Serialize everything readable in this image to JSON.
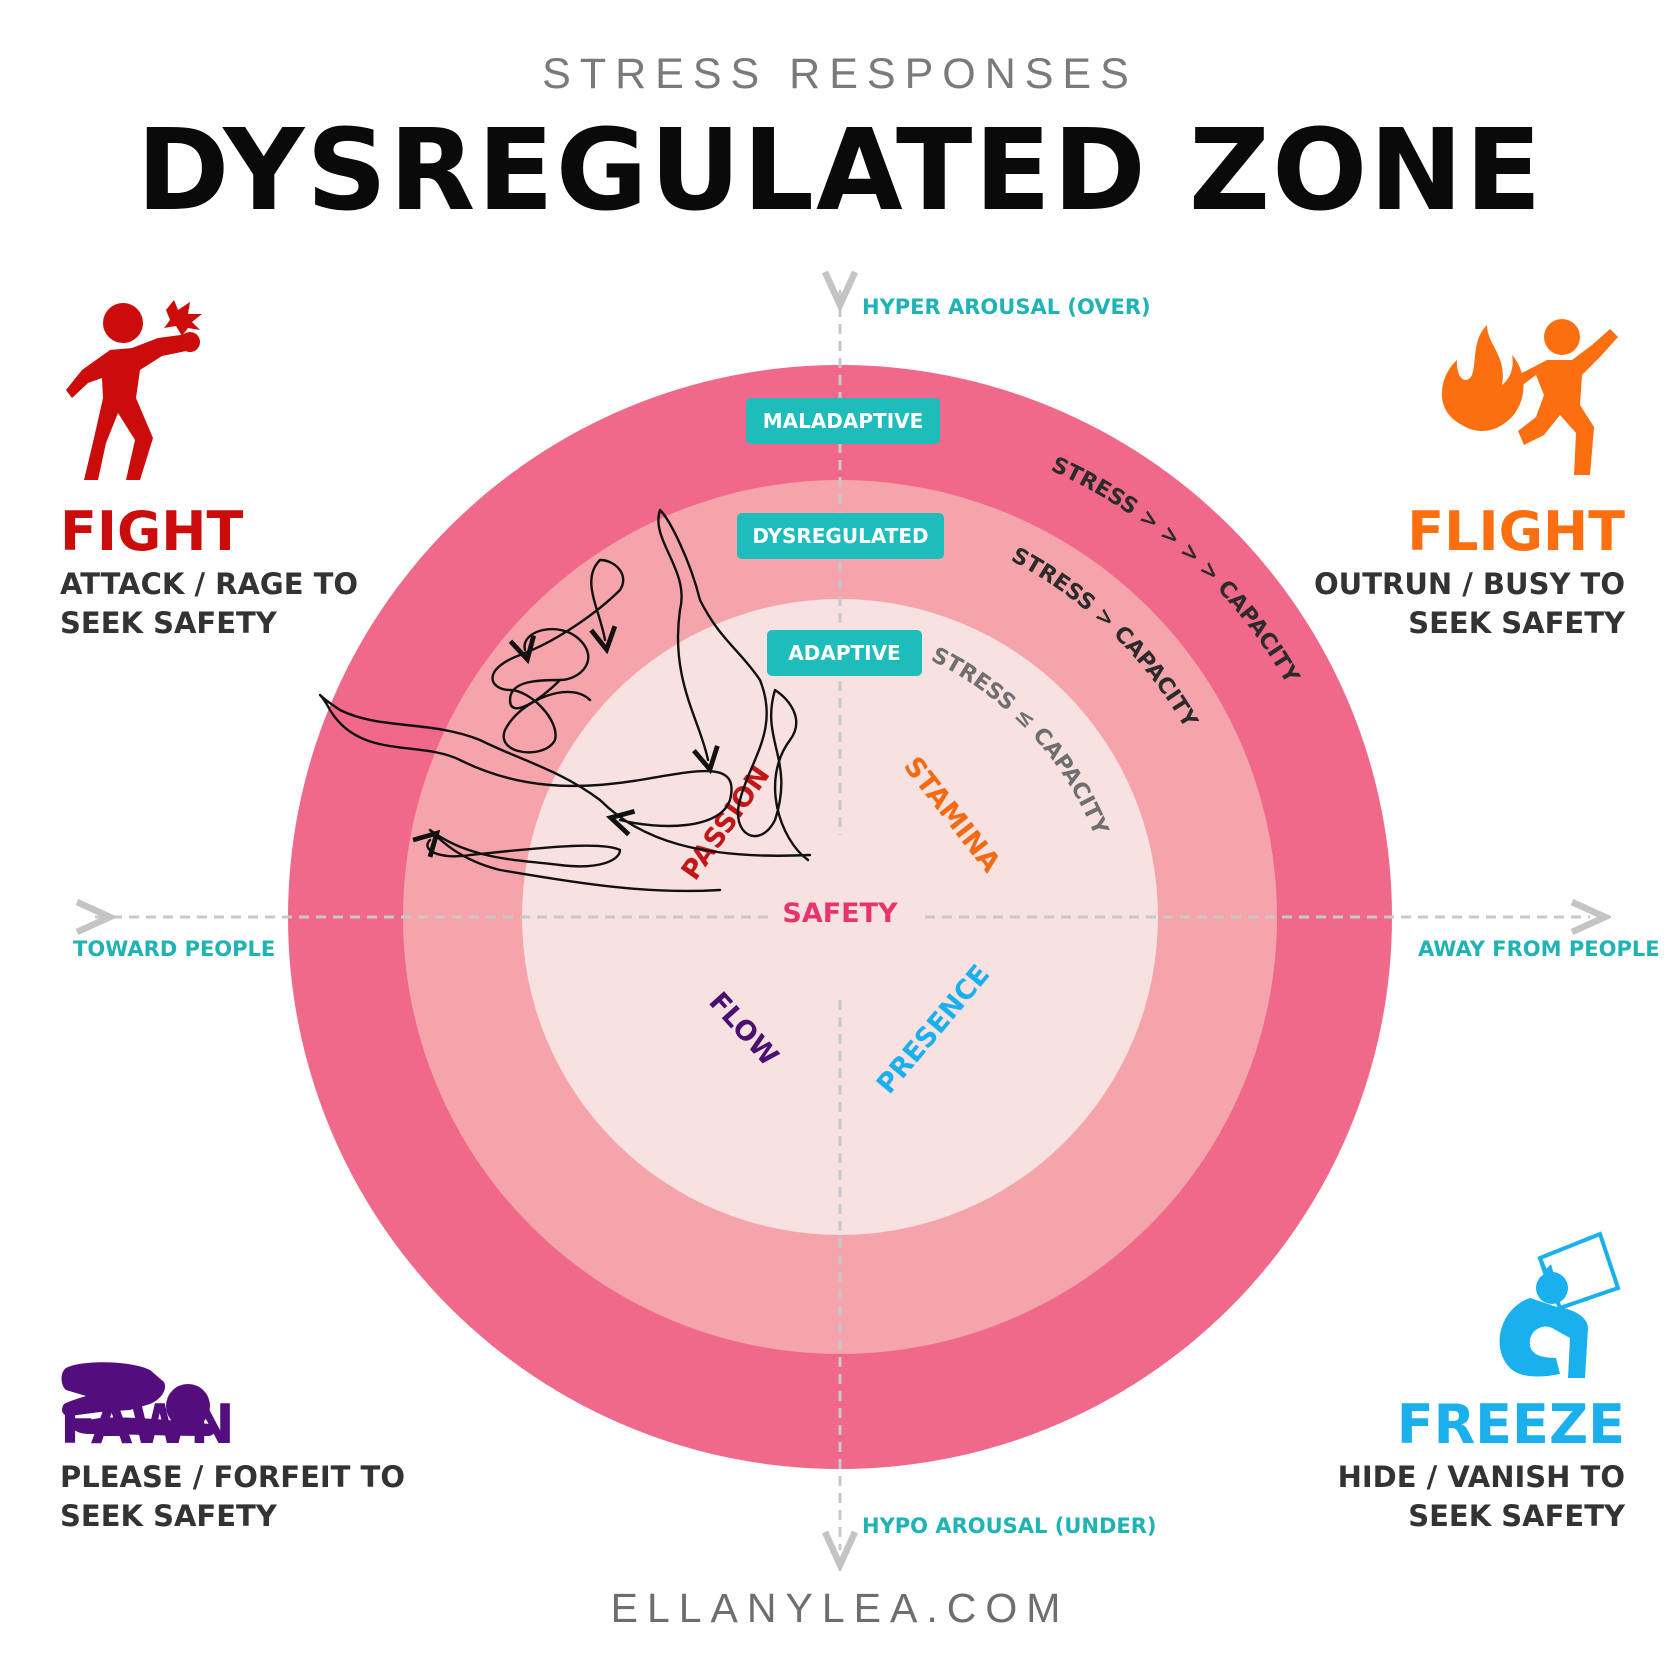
{
  "header": {
    "kicker": "STRESS RESPONSES",
    "title": "DYSREGULATED ZONE"
  },
  "axes": {
    "top": "HYPER AROUSAL (OVER)",
    "bottom": "HYPO AROUSAL (UNDER)",
    "left": "TOWARD PEOPLE",
    "right": "AWAY FROM PEOPLE"
  },
  "zones": {
    "outer_badge": "MALADAPTIVE",
    "middle_badge": "DYSREGULATED",
    "inner_badge": "ADAPTIVE",
    "outer_arc": "STRESS > > > > CAPACITY",
    "middle_arc": "STRESS > CAPACITY",
    "inner_arc": "STRESS ≤ CAPACITY",
    "center": "SAFETY",
    "colors": {
      "outer": "#f0688a",
      "middle": "#f4a4aa",
      "inner": "#f8e1e1",
      "badge": "#1fbcbc",
      "center": "#e8336e"
    }
  },
  "qualities": {
    "passion": "PASSION",
    "stamina": "STAMINA",
    "flow": "FLOW",
    "presence": "PRESENCE"
  },
  "responses": {
    "fight": {
      "title": "FIGHT",
      "desc": "ATTACK / RAGE TO\nSEEK SAFETY",
      "color": "#cc0b0b",
      "icon": "punching-person-icon"
    },
    "flight": {
      "title": "FLIGHT",
      "desc": "OUTRUN / BUSY TO\nSEEK SAFETY",
      "color": "#fb6f10",
      "icon": "running-from-fire-icon"
    },
    "fawn": {
      "title": "FAWN",
      "desc": "PLEASE / FORFEIT TO\nSEEK SAFETY",
      "color": "#540d7d",
      "icon": "bowing-person-icon"
    },
    "freeze": {
      "title": "FREEZE",
      "desc": "HIDE / VANISH TO\nSEEK SAFETY",
      "color": "#1ab0ee",
      "icon": "hiding-person-icon"
    }
  },
  "footer": {
    "text": "ELLANYLEA.COM"
  }
}
